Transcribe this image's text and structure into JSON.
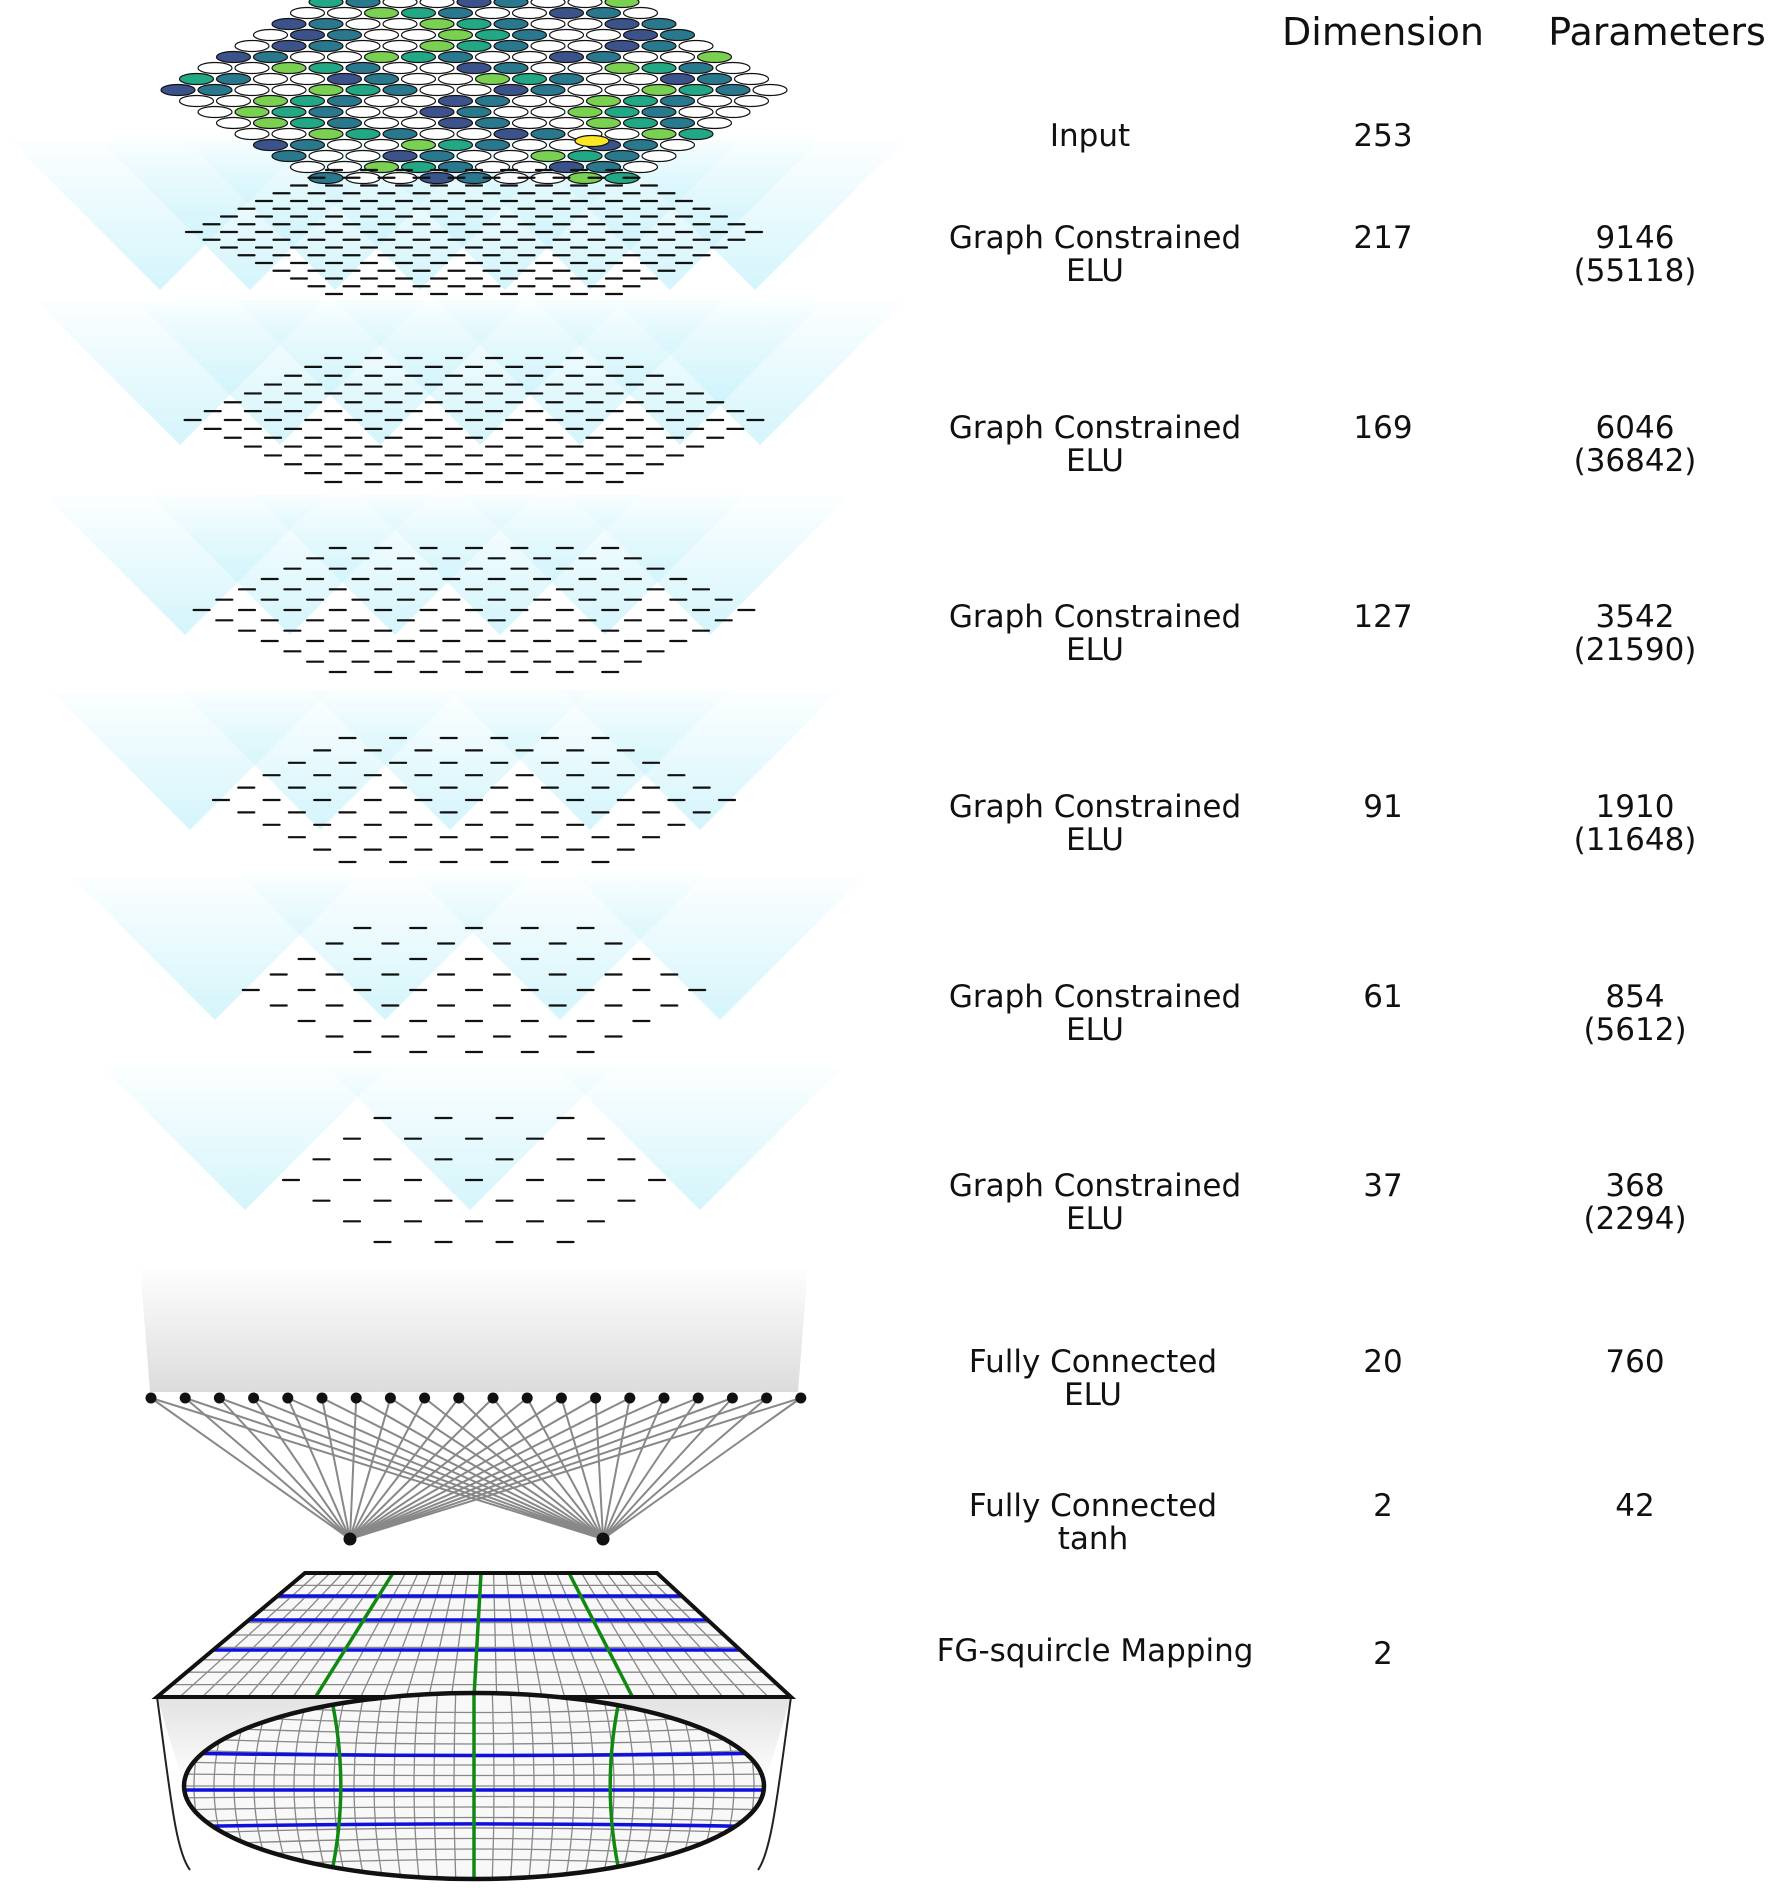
{
  "headers": {
    "dimension": "Dimension",
    "parameters": "Parameters"
  },
  "colors": {
    "receptive_field": "#bff0fa",
    "input_palette": [
      "#ffffff",
      "#2a788e",
      "#22a884",
      "#7ad151",
      "#3b528b",
      "#fde725"
    ],
    "grid_line": "#888888",
    "grid_major_blue": "#1010dd",
    "grid_major_green": "#118811"
  },
  "layers": [
    {
      "name1": "Input",
      "name2": "",
      "dimension": "253",
      "params": "",
      "params_paren": "",
      "kind": "input"
    },
    {
      "name1": "Graph Constrained",
      "name2": "ELU",
      "dimension": "217",
      "params": "9146",
      "params_paren": "(55118)",
      "kind": "graph"
    },
    {
      "name1": "Graph Constrained",
      "name2": "ELU",
      "dimension": "169",
      "params": "6046",
      "params_paren": "(36842)",
      "kind": "graph"
    },
    {
      "name1": "Graph Constrained",
      "name2": "ELU",
      "dimension": "127",
      "params": "3542",
      "params_paren": "(21590)",
      "kind": "graph"
    },
    {
      "name1": "Graph Constrained",
      "name2": "ELU",
      "dimension": "91",
      "params": "1910",
      "params_paren": "(11648)",
      "kind": "graph"
    },
    {
      "name1": "Graph Constrained",
      "name2": "ELU",
      "dimension": "61",
      "params": "854",
      "params_paren": "(5612)",
      "kind": "graph"
    },
    {
      "name1": "Graph Constrained",
      "name2": "ELU",
      "dimension": "37",
      "params": "368",
      "params_paren": "(2294)",
      "kind": "graph"
    },
    {
      "name1": "Fully Connected",
      "name2": "ELU",
      "dimension": "20",
      "params": "760",
      "params_paren": "",
      "kind": "dense"
    },
    {
      "name1": "Fully Connected",
      "name2": "tanh",
      "dimension": "2",
      "params": "42",
      "params_paren": "",
      "kind": "dense"
    },
    {
      "name1": "FG-squircle Mapping",
      "name2": "",
      "dimension": "2",
      "params": "",
      "params_paren": "",
      "kind": "mapping"
    }
  ]
}
